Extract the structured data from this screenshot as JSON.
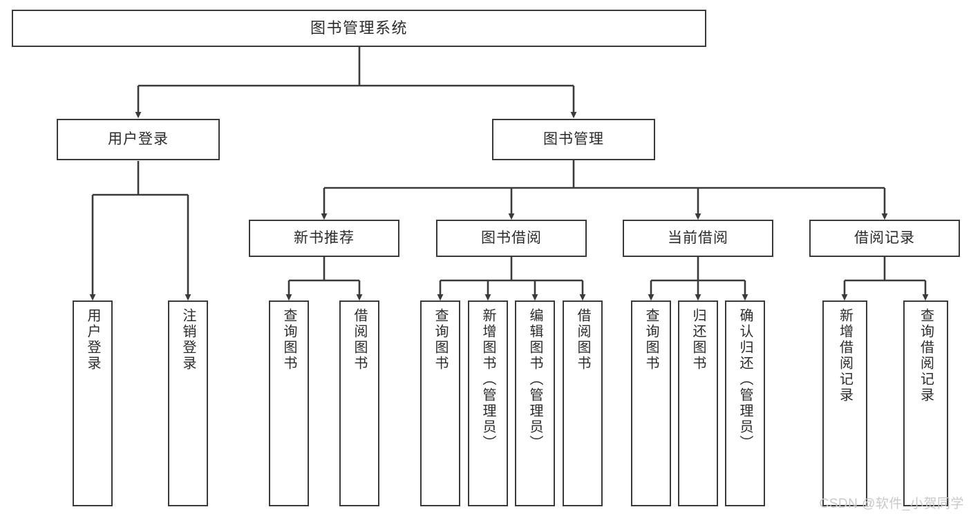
{
  "diagram": {
    "title": "图书管理系统",
    "type": "tree",
    "background_color": "#ffffff",
    "border_color": "#3a3a3a",
    "text_color": "#2b2b2b",
    "watermark": "CSDN @软件_小贺同学",
    "nodes": {
      "root": {
        "label": "图书管理系统"
      },
      "level1": [
        {
          "id": "user-login",
          "label": "用户登录"
        },
        {
          "id": "book-manage",
          "label": "图书管理"
        }
      ],
      "level2": [
        {
          "id": "new-book-rec",
          "label": "新书推荐",
          "parent": "book-manage"
        },
        {
          "id": "book-borrow",
          "label": "图书借阅",
          "parent": "book-manage"
        },
        {
          "id": "current-borrow",
          "label": "当前借阅",
          "parent": "book-manage"
        },
        {
          "id": "borrow-record",
          "label": "借阅记录",
          "parent": "book-manage"
        }
      ],
      "leaves": {
        "user-login": [
          {
            "id": "leaf-user-login",
            "label": "用户登录"
          },
          {
            "id": "leaf-logout",
            "label": "注销登录"
          }
        ],
        "new-book-rec": [
          {
            "id": "leaf-query-book-1",
            "label": "查询图书"
          },
          {
            "id": "leaf-borrow-book-1",
            "label": "借阅图书"
          }
        ],
        "book-borrow": [
          {
            "id": "leaf-query-book-2",
            "label": "查询图书"
          },
          {
            "id": "leaf-add-book",
            "label": "新增图书（管理员）"
          },
          {
            "id": "leaf-edit-book",
            "label": "编辑图书（管理员）"
          },
          {
            "id": "leaf-borrow-book-2",
            "label": "借阅图书"
          }
        ],
        "current-borrow": [
          {
            "id": "leaf-query-book-3",
            "label": "查询图书"
          },
          {
            "id": "leaf-return-book",
            "label": "归还图书"
          },
          {
            "id": "leaf-confirm-return",
            "label": "确认归还（管理员）"
          }
        ],
        "borrow-record": [
          {
            "id": "leaf-add-record",
            "label": "新增借阅记录"
          },
          {
            "id": "leaf-query-record",
            "label": "查询借阅记录"
          }
        ]
      }
    }
  }
}
